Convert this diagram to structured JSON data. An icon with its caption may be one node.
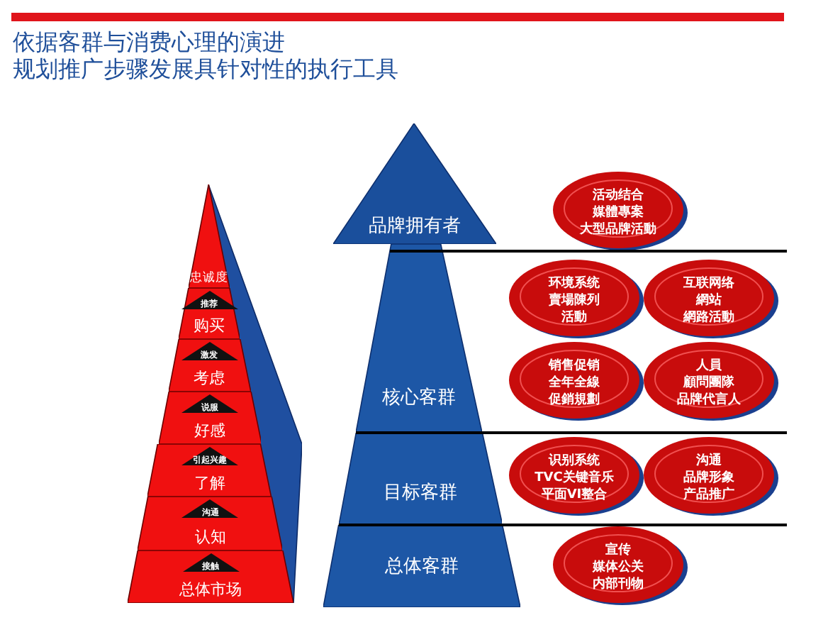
{
  "diagram": {
    "nodes": [
      {
        "text": [
          "忠诚度"
        ]
      },
      {
        "text": [
          "购买"
        ]
      },
      {
        "text": [
          "推荐"
        ],
        "in": 1
      },
      {
        "text": [
          "考虑"
        ]
      },
      {
        "text": [
          "激发"
        ],
        "in": 3
      },
      {
        "text": [
          "好感"
        ]
      },
      {
        "text": [
          "说服"
        ],
        "in": 5
      },
      {
        "text": [
          "了解"
        ]
      },
      {
        "text": [
          "引起兴趣"
        ],
        "in": 7
      },
      {
        "text": [
          "认知"
        ]
      },
      {
        "text": [
          "沟通"
        ],
        "in": 9
      },
      {
        "text": [
          "总体市场"
        ]
      },
      {
        "text": [
          "接触"
        ],
        "in": 11
      },
      {
        "text": [
          "品牌拥有者"
        ]
      },
      {
        "text": [
          "活动结合",
          "媒體專案",
          "大型品牌活動"
        ]
      },
      {
        "text": [
          "核心客群"
        ]
      },
      {
        "text": [
          "环境系统",
          "賣場陳列",
          "活動"
        ]
      },
      {
        "text": [
          "互联网络",
          "網站",
          "網路活動"
        ]
      },
      {
        "text": [
          "销售促销",
          "全年全線",
          "促銷規劃"
        ]
      },
      {
        "text": [
          "人員",
          "顧問團隊",
          "品牌代言人"
        ]
      },
      {
        "text": [
          "目标客群"
        ]
      },
      {
        "text": [
          "识别系统",
          "TVC关键音乐",
          "平面VI整合"
        ]
      },
      {
        "text": [
          "沟通",
          "品牌形象",
          "产品推广"
        ]
      },
      {
        "text": [
          "总体客群"
        ]
      },
      {
        "text": [
          "宣传",
          "媒体公关",
          "内部刊物"
        ]
      },
      {
        "text": [],
        "shape": "polygon"
      }
    ],
    "labels": [
      "依据客群与消费心理的演进",
      "规划推广步骤发展具针对性的执行工具"
    ]
  }
}
